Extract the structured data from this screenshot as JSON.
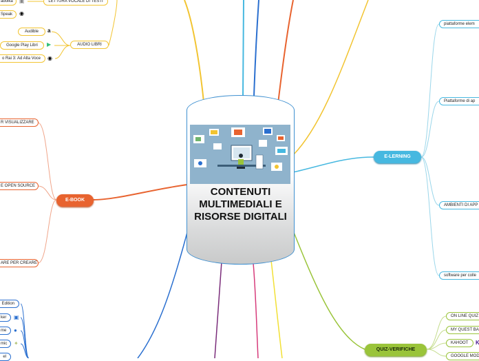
{
  "center": {
    "title": "CONTENUTI MULTIMEDIALI E RISORSE DIGITALI"
  },
  "branches": {
    "ebook": {
      "label": "E-BOOK",
      "color": "#e8632f",
      "children": [
        "R VISUALIZZARE",
        "E OPEN SOURCE",
        "ARE PER CREARE"
      ]
    },
    "elerning": {
      "label": "E-LERNING",
      "color": "#46b8e0",
      "children": [
        "piattaforme elem",
        "Piattaforme di ap",
        "AMBIENTI DI APP",
        "software per colle"
      ]
    },
    "quiz": {
      "label": "QUIZ-VERIFICHE",
      "color": "#9ac43a",
      "children": [
        "ON LINE QUIZ",
        "MY QUEST BAS",
        "KAHOOT",
        "GOOGLE MOD"
      ]
    },
    "audiolibri": {
      "label": "AUDIO LIBRI",
      "color": "#f2c431",
      "children": [
        "Audible",
        "Google Play Libri",
        "o Rai 3: Ad Alta Voce"
      ]
    },
    "lettura": {
      "label": "LETTURA VOCALE DI TESTI",
      "children": [
        "abolka",
        "Speak"
      ]
    },
    "left_bottom": {
      "children": [
        "Edition",
        "ker",
        "me",
        "mic",
        "el"
      ]
    }
  },
  "icons": [
    "amazon-icon",
    "play-icon",
    "globe-icon",
    "amazon-k-icon"
  ]
}
